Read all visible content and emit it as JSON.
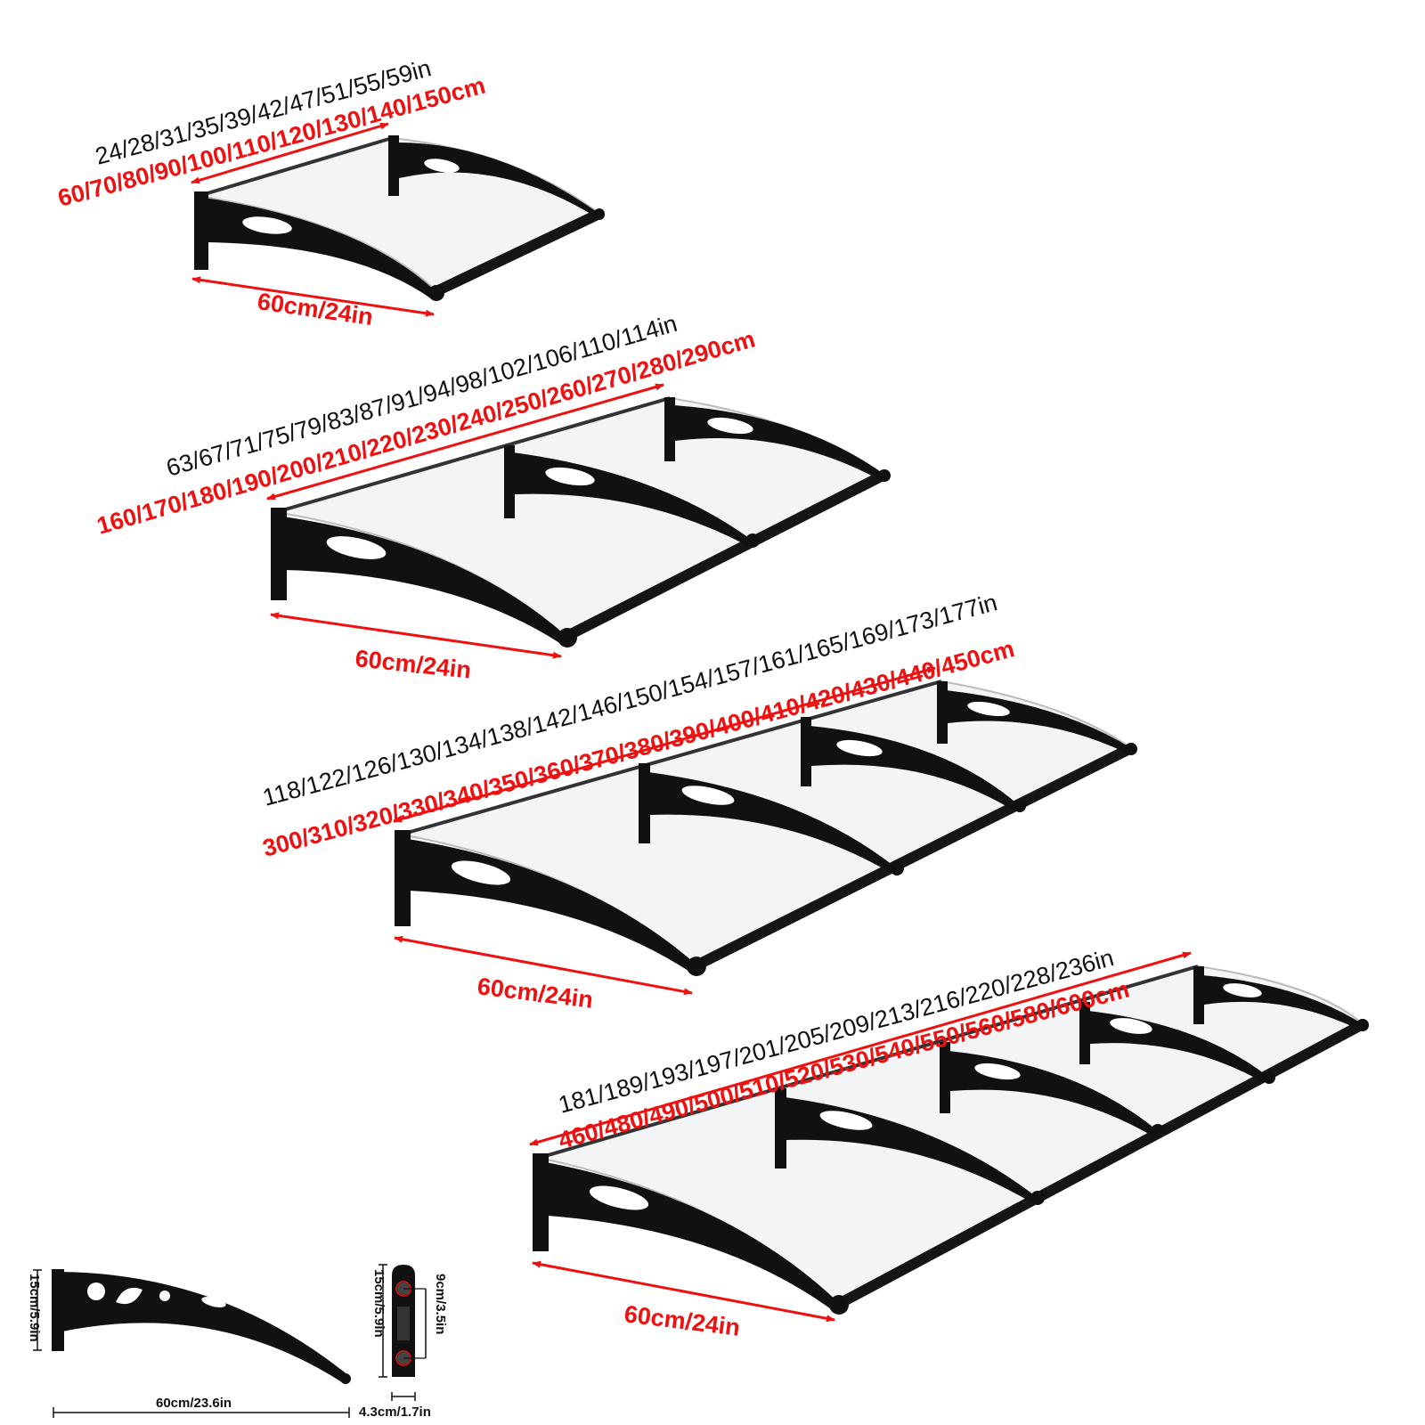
{
  "colors": {
    "accent_red": "#ee1111",
    "bracket_black": "#111111",
    "panel_fill": "#f3f4f5",
    "text_black": "#111111"
  },
  "awnings": [
    {
      "id": "one-bracket",
      "brackets": 2,
      "length_in": "24/28/31/35/39/42/47/51/55/59in",
      "length_cm": "60/70/80/90/100/110/120/130/140/150cm",
      "depth": "60cm/24in"
    },
    {
      "id": "two-bay",
      "brackets": 3,
      "length_in": "63/67/71/75/79/83/87/91/94/98/102/106/110/114in",
      "length_cm": "160/170/180/190/200/210/220/230/240/250/260/270/280/290cm",
      "depth": "60cm/24in"
    },
    {
      "id": "three-bay",
      "brackets": 4,
      "length_in": "118/122/126/130/134/138/142/146/150/154/157/161/165/169/173/177in",
      "length_cm": "300/310/320/330/340/350/360/370/380/390/400/410/420/430/440/450cm",
      "depth": "60cm/24in"
    },
    {
      "id": "four-bay",
      "brackets": 5,
      "length_in": "181/189/193/197/201/205/209/213/216/220/228/236in",
      "length_cm": "460/480/490/500/510/520/530/540/550/560/580/600cm",
      "depth": "60cm/24in"
    }
  ],
  "bracket_detail": {
    "height": "15cm/5.9in",
    "length": "60cm/23.6in",
    "plate_height": "15cm/5.9in",
    "hole_spacing": "9cm/3.5in",
    "plate_width": "4.3cm/1.7in"
  }
}
